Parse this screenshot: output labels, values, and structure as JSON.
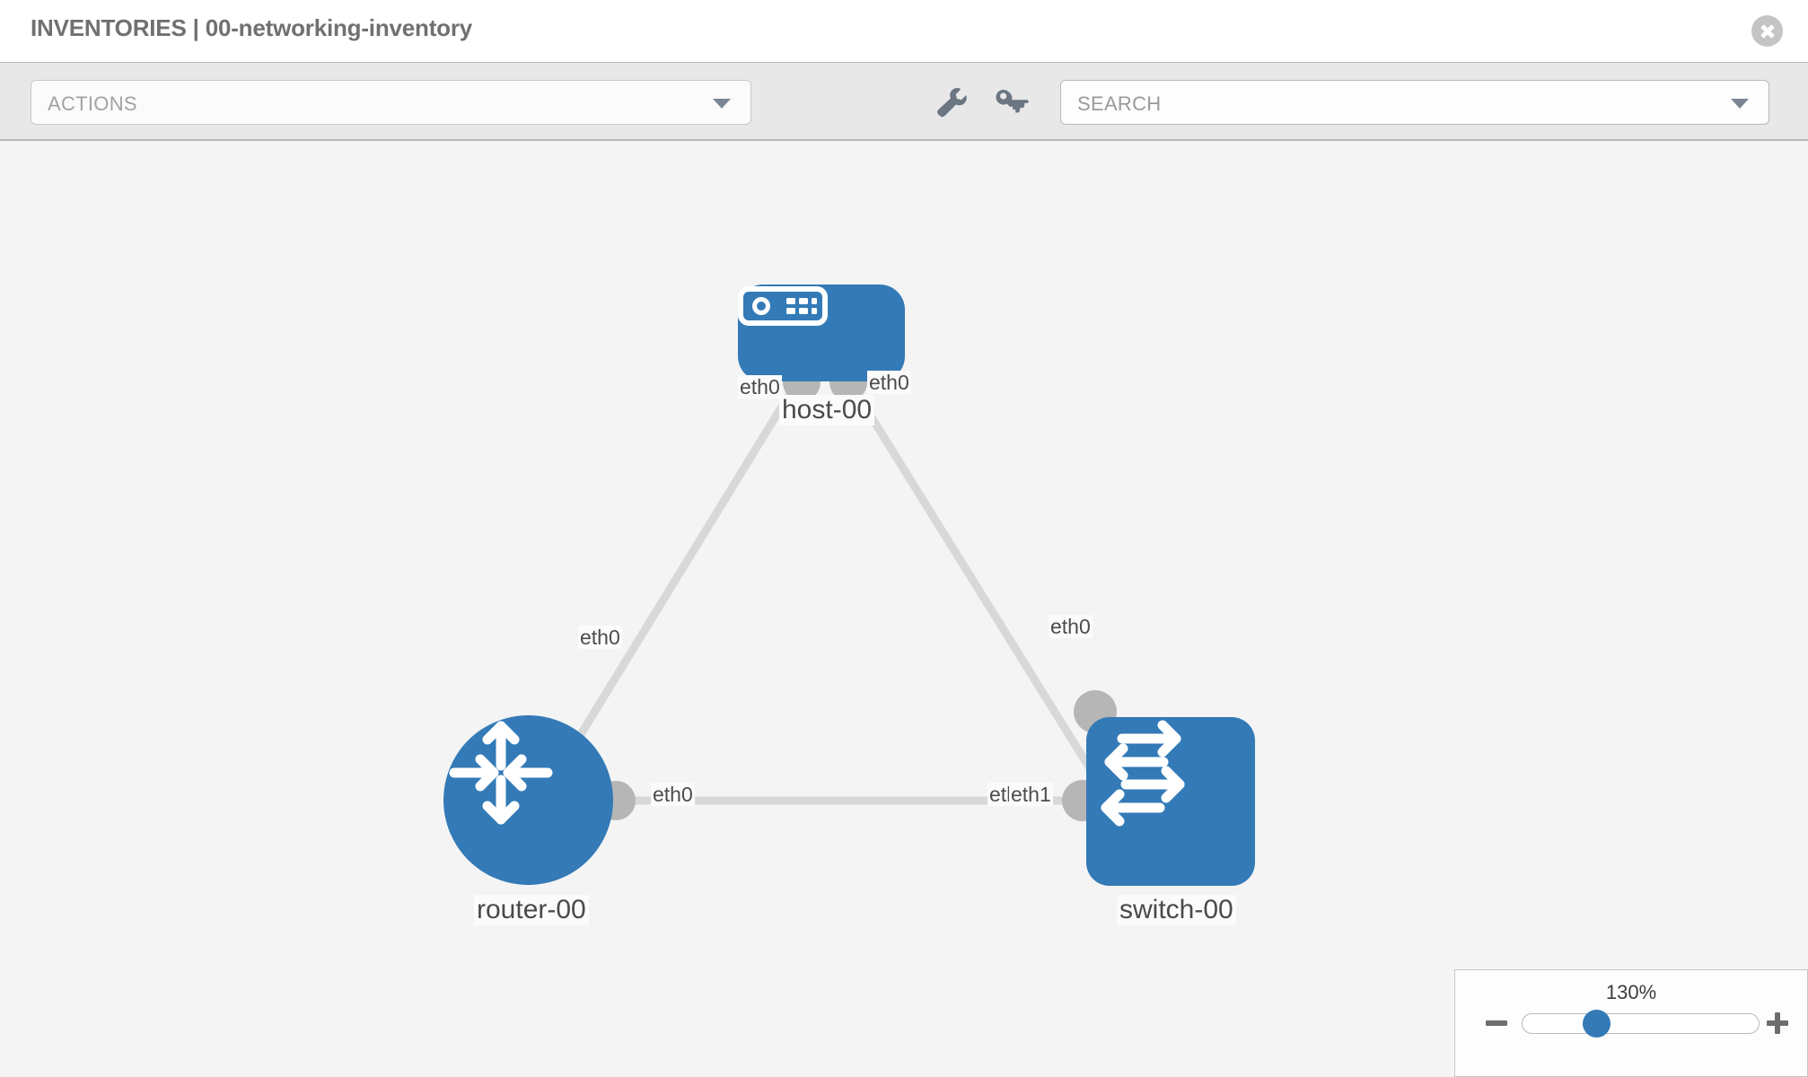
{
  "header": {
    "title": "INVENTORIES | 00-networking-inventory",
    "close_icon": "close-icon"
  },
  "toolbar": {
    "actions_label": "ACTIONS",
    "actions_caret_icon": "chevron-down-icon",
    "wrench_icon": "wrench-icon",
    "key_icon": "key-icon",
    "search_placeholder": "SEARCH",
    "search_value": "",
    "search_caret_icon": "chevron-down-icon"
  },
  "topology": {
    "nodes": [
      {
        "id": "host-00",
        "label": "host-00",
        "type": "host",
        "icon": "server-icon",
        "color": "#337ab7"
      },
      {
        "id": "router-00",
        "label": "router-00",
        "type": "router",
        "icon": "router-icon",
        "color": "#337ab7"
      },
      {
        "id": "switch-00",
        "label": "switch-00",
        "type": "switch",
        "icon": "switch-icon",
        "color": "#337ab7"
      }
    ],
    "links": [
      {
        "from": "host-00",
        "to": "router-00",
        "from_iface": "eth0",
        "to_iface": "eth0"
      },
      {
        "from": "host-00",
        "to": "switch-00",
        "from_iface": "eth0",
        "to_iface": "eth0"
      },
      {
        "from": "router-00",
        "to": "switch-00",
        "from_iface": "eth0",
        "to_iface": "eth1",
        "to_iface_overlap": "eth0"
      }
    ],
    "interface_labels": {
      "host_left": "eth0",
      "host_right": "eth0",
      "router_upper": "eth0",
      "switch_upper": "eth0",
      "router_right": "eth0",
      "switch_left_under": "eth0",
      "switch_left": "eth1"
    },
    "link_color": "#d8d8d8",
    "knob_color": "#b6b6b6",
    "background": "#f4f4f4"
  },
  "zoom": {
    "value_label": "130%",
    "minus_label": "zoom-out",
    "plus_label": "zoom-in",
    "slider_percent": 130
  }
}
